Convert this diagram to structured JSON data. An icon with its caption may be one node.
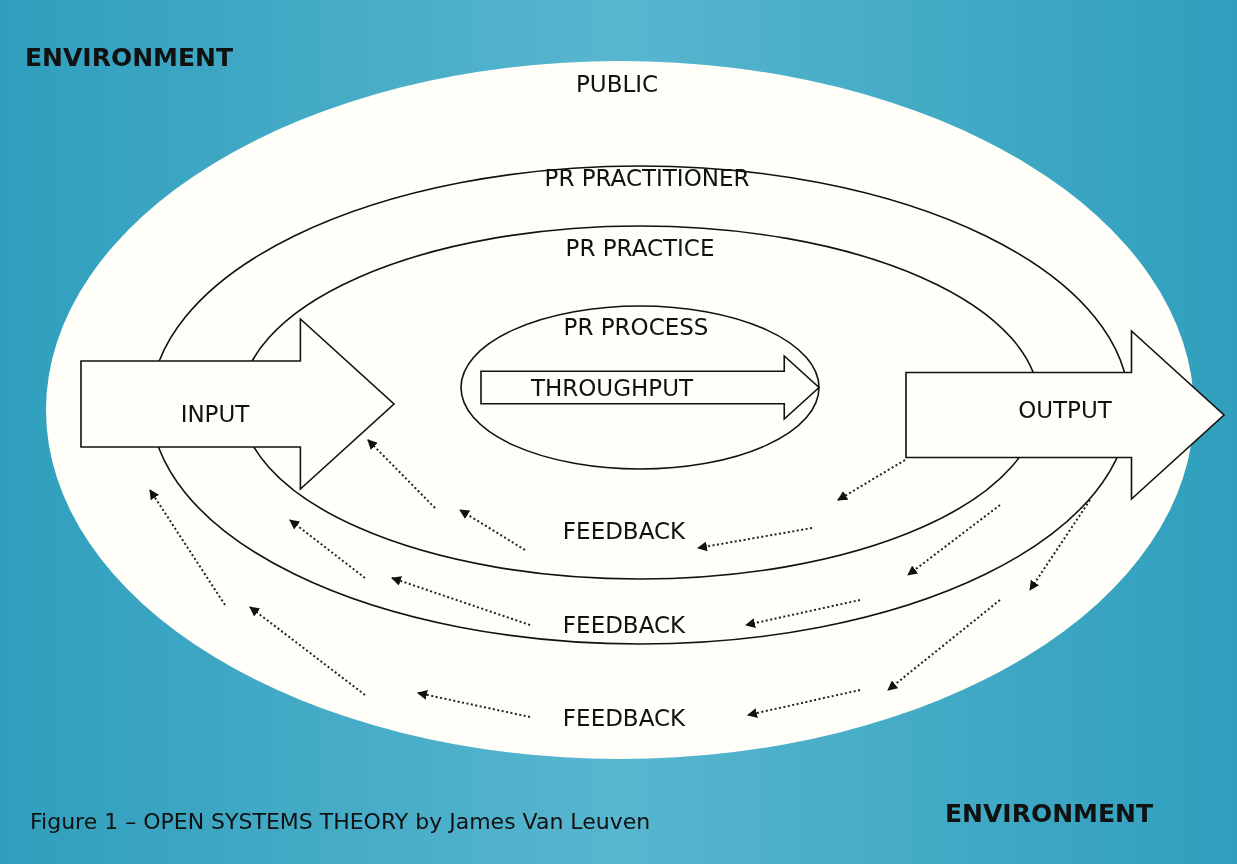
{
  "diagram": {
    "caption": "Figure 1 – OPEN SYSTEMS THEORY by James Van Leuven",
    "nodes": [
      {
        "text": [
          "ENVIRONMENT",
          "ENVIRONMENT"
        ]
      },
      {
        "text": [
          "PUBLIC",
          "FEEDBACK"
        ],
        "in": 0
      },
      {
        "text": [
          "PR  PRACTITIONER",
          "FEEDBACK"
        ],
        "in": 1
      },
      {
        "text": [
          "PR PRACTICE",
          "FEEDBACK"
        ],
        "in": 2
      },
      {
        "text": [
          "PR PROCESS"
        ],
        "in": 3
      },
      {
        "text": [
          "THROUGHPUT"
        ],
        "in": 4
      },
      {
        "text": [
          "INPUT"
        ],
        "in": 1
      },
      {
        "text": [
          "OUTPUT"
        ],
        "in": 0
      }
    ]
  }
}
